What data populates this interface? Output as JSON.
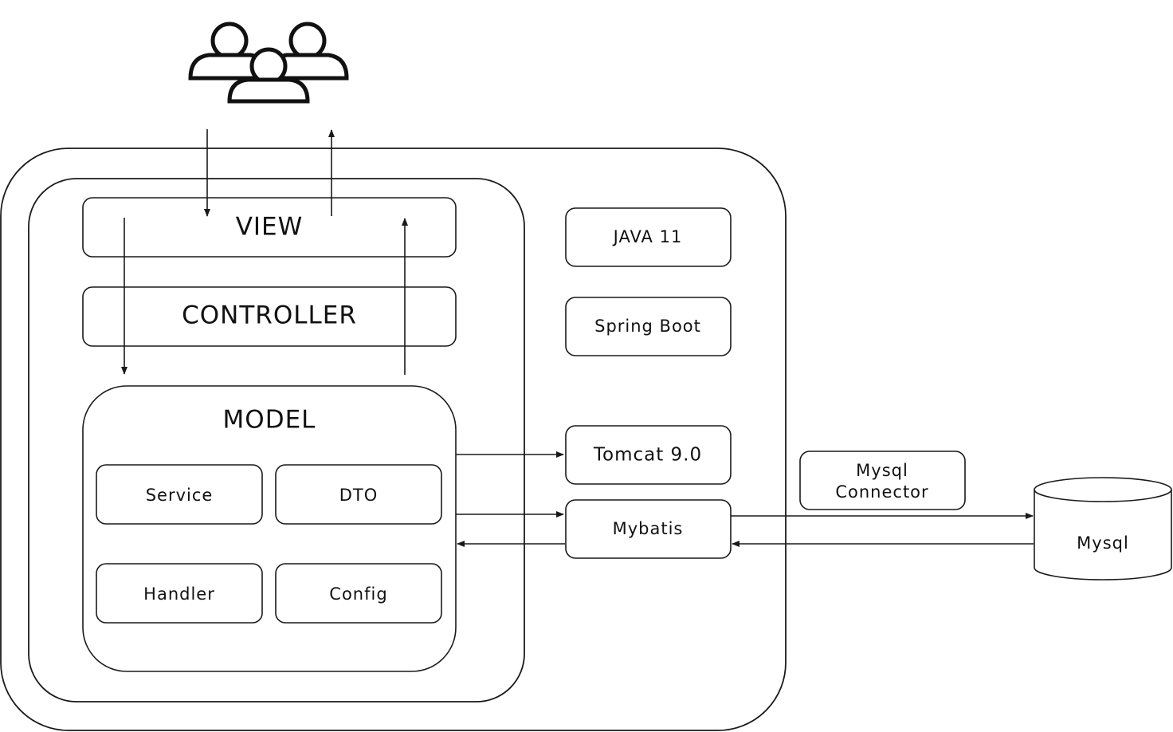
{
  "diagram": {
    "users_icon": "users-group-icon",
    "layers": {
      "view": "VIEW",
      "controller": "CONTROLLER",
      "model": "MODEL"
    },
    "model_parts": {
      "service": "Service",
      "dto": "DTO",
      "handler": "Handler",
      "config": "Config"
    },
    "stack": {
      "java": "JAVA 11",
      "spring": "Spring Boot",
      "tomcat": "Tomcat 9.0",
      "mybatis": "Mybatis"
    },
    "connector": {
      "line1": "Mysql",
      "line2": "Connector"
    },
    "database": "Mysql"
  }
}
